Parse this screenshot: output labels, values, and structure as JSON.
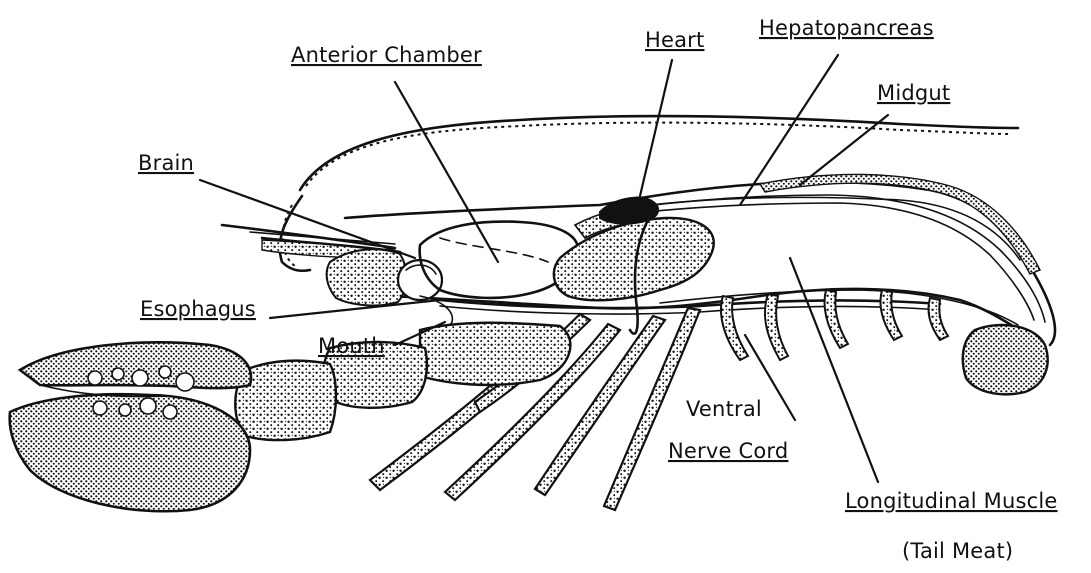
{
  "labels": {
    "anterior_chamber": "Anterior Chamber",
    "heart": "Heart",
    "hepatopancreas": "Hepatopancreas",
    "midgut": "Midgut",
    "brain": "Brain",
    "esophagus": "Esophagus",
    "mouth": "Mouth",
    "ventral_line1": "Ventral",
    "ventral_line2": "Nerve Cord",
    "longitudinal_muscle": "Longitudinal Muscle",
    "tail_meat": "(Tail Meat)"
  }
}
